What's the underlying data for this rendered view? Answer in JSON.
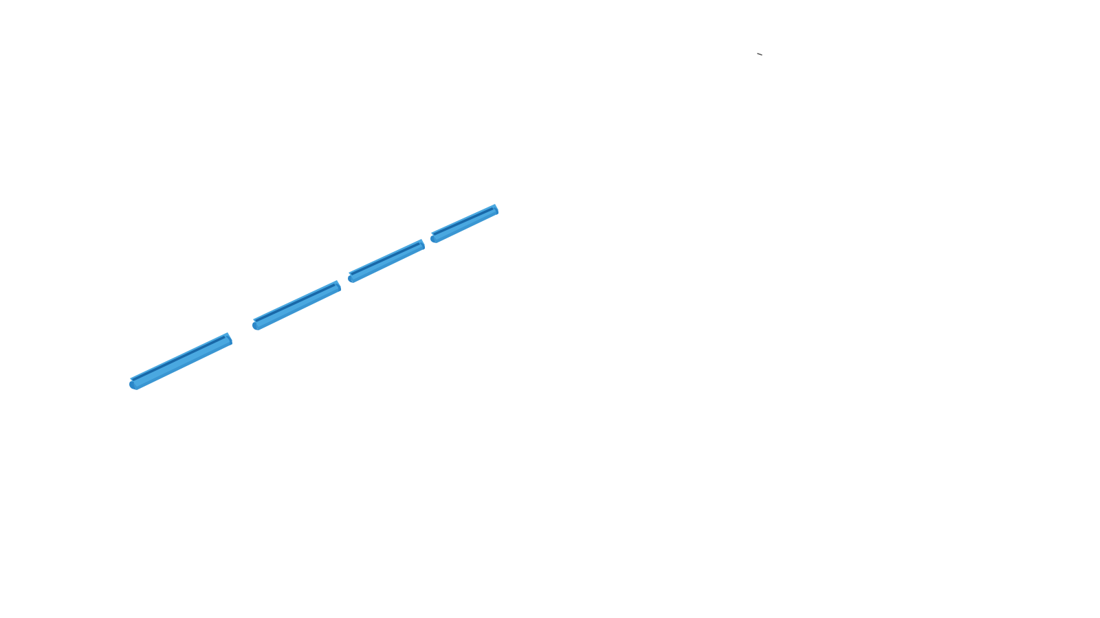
{
  "scene": {
    "background_color": "#ffffff",
    "segment_count": 4,
    "colors": {
      "segment_face": "#4aa8e0",
      "segment_top": "#2a86c8",
      "segment_groove": "#1868a8",
      "segment_shadow": "#3a96d2",
      "marker": "#555555"
    },
    "segments": [
      {
        "name": "segment-1"
      },
      {
        "name": "segment-2"
      },
      {
        "name": "segment-3"
      },
      {
        "name": "segment-4"
      }
    ],
    "marker": {
      "name": "small-marker"
    }
  }
}
